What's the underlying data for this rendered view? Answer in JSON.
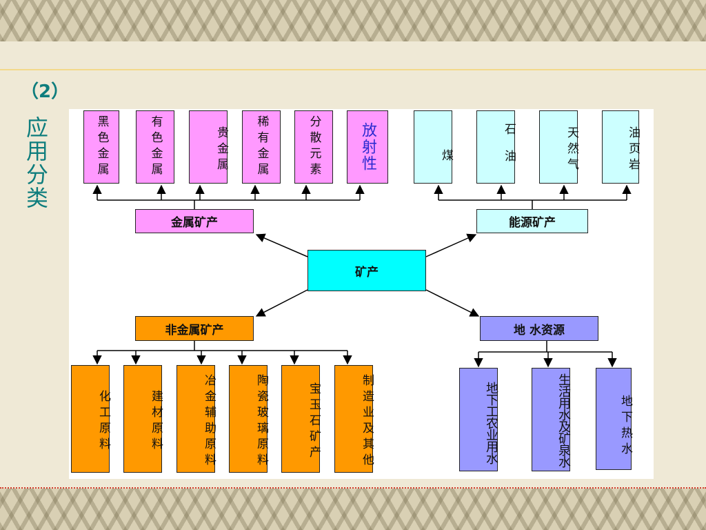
{
  "heading": "（2）",
  "side_title": "应用分类",
  "root": "矿产",
  "categories": {
    "metal": "金属矿产",
    "energy": "能源矿产",
    "nonmetal": "非金属矿产",
    "groundwater": "地 水资源"
  },
  "metal_items": [
    "黑色金属",
    "有色金属",
    "贵金属",
    "稀有金属",
    "分散元素",
    "放射性"
  ],
  "energy_items": [
    "煤",
    "石油",
    "天然气",
    "油页岩"
  ],
  "nonmetal_items": [
    "化工原料",
    "建材原料",
    "冶金辅助原料",
    "陶瓷玻璃原料",
    "宝玉石矿产",
    "制造业及其他"
  ],
  "water_items": [
    "地下工农业用水",
    "生活用水及矿泉水",
    "地下热水"
  ],
  "colors": {
    "metal": "#ff99ff",
    "energy": "#ccffff",
    "root": "#00ffff",
    "nonmetal": "#ff9900",
    "groundwater": "#9999ff",
    "heading": "#0e7d7d"
  }
}
